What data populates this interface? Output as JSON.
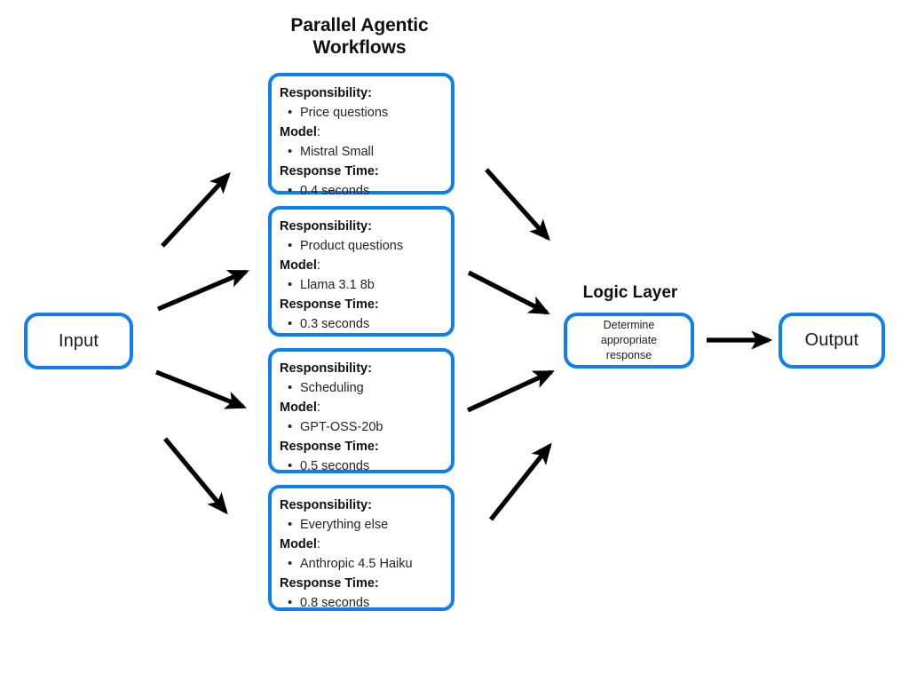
{
  "diagram": {
    "title_parallel": "Parallel Agentic Workflows",
    "title_logic": "Logic Layer",
    "background_color": "#ffffff",
    "accent_color": "#0d7ff2",
    "arrow_color": "#000000"
  },
  "input_node": {
    "label": "Input"
  },
  "output_node": {
    "label": "Output"
  },
  "logic_node": {
    "line1": "Determine",
    "line2": "appropriate",
    "line3": "response"
  },
  "field_labels": {
    "responsibility": "Responsibility",
    "model": "Model",
    "response_time": "Response Time",
    "colon": ":"
  },
  "agents": [
    {
      "responsibility_label": "Responsibility:",
      "responsibility": "Price questions",
      "model_label": "Model",
      "model_colon": ":",
      "model": "Mistral Small",
      "response_time_label": "Response Time:",
      "response_time": "0.4 seconds"
    },
    {
      "responsibility_label": "Responsibility:",
      "responsibility": "Product questions",
      "model_label": "Model",
      "model_colon": ":",
      "model": "Llama 3.1 8b",
      "response_time_label": "Response Time:",
      "response_time": "0.3 seconds"
    },
    {
      "responsibility_label": "Responsibility:",
      "responsibility": "Scheduling",
      "model_label": "Model",
      "model_colon": ":",
      "model": "GPT-OSS-20b",
      "response_time_label": "Response Time:",
      "response_time": "0.5 seconds"
    },
    {
      "responsibility_label": "Responsibility:",
      "responsibility": "Everything else",
      "model_label": "Model",
      "model_colon": ":",
      "model": "Anthropic 4.5 Haiku",
      "response_time_label": "Response Time:",
      "response_time": "0.8 seconds"
    }
  ],
  "arrows": {
    "input_to_agents": [
      {
        "from": "Input",
        "to": "Price questions agent"
      },
      {
        "from": "Input",
        "to": "Product questions agent"
      },
      {
        "from": "Input",
        "to": "Scheduling agent"
      },
      {
        "from": "Input",
        "to": "Everything else agent"
      }
    ],
    "agents_to_logic": [
      {
        "from": "Price questions agent",
        "to": "Logic Layer"
      },
      {
        "from": "Product questions agent",
        "to": "Logic Layer"
      },
      {
        "from": "Scheduling agent",
        "to": "Logic Layer"
      },
      {
        "from": "Everything else agent",
        "to": "Logic Layer"
      }
    ],
    "logic_to_output": [
      {
        "from": "Logic Layer",
        "to": "Output"
      }
    ]
  }
}
